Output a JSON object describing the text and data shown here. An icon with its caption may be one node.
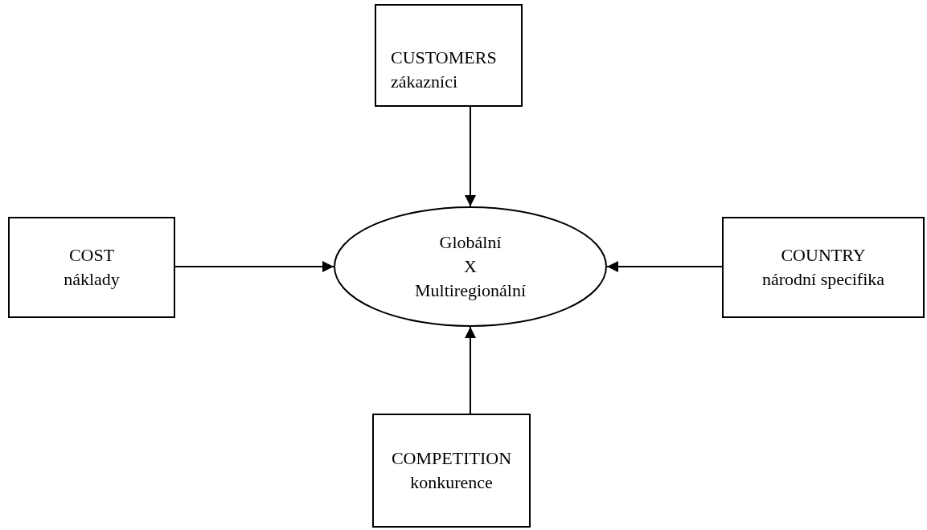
{
  "diagram": {
    "nodes": [
      {
        "text": [
          "CUSTOMERS",
          "zákazníci"
        ]
      },
      {
        "text": [
          "COST",
          "náklady"
        ]
      },
      {
        "text": [
          "Globální",
          "X",
          "Multiregionální"
        ]
      },
      {
        "text": [
          "COUNTRY",
          "národní specifika"
        ]
      },
      {
        "text": [
          "COMPETITION",
          "konkurence"
        ]
      }
    ],
    "edges": [
      {
        "from": 0,
        "to": 2,
        "arrow": "to"
      },
      {
        "from": 1,
        "to": 2,
        "arrow": "to"
      },
      {
        "from": 3,
        "to": 2,
        "arrow": "to"
      },
      {
        "from": 4,
        "to": 2,
        "arrow": "to"
      }
    ]
  }
}
